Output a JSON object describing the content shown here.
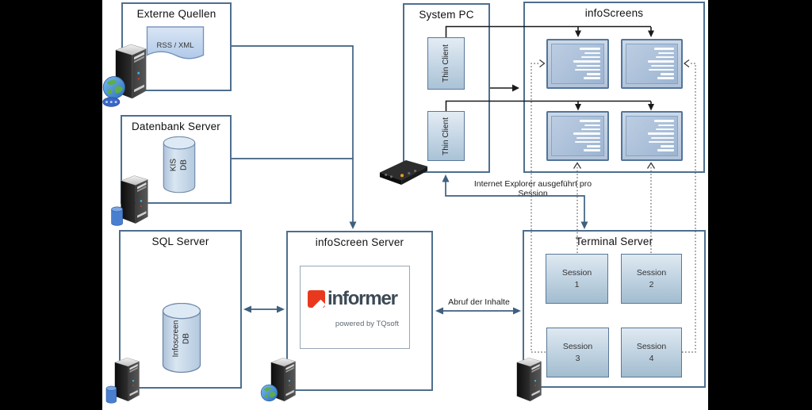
{
  "boxes": {
    "externe_quellen": {
      "title": "Externe Quellen",
      "document_label": "RSS / XML"
    },
    "datenbank_server": {
      "title": "Datenbank Server",
      "database": {
        "line1": "KIS",
        "line2": "DB"
      }
    },
    "sql_server": {
      "title": "SQL Server",
      "database": {
        "line1": "Infoscreen",
        "line2": "DB"
      }
    },
    "infoscreen_server": {
      "title": "infoScreen Server",
      "logo": {
        "brand": "informer",
        "tagline": "powered by TQsoft"
      }
    },
    "system_pc": {
      "title": "System PC",
      "thin_clients": [
        {
          "label": "Thin Client"
        },
        {
          "label": "Thin Client"
        }
      ]
    },
    "infoscreens": {
      "title": "infoScreens",
      "monitor_count": 4
    },
    "terminal_server": {
      "title": "Terminal Server",
      "sessions": [
        {
          "line1": "Session",
          "line2": "1"
        },
        {
          "line1": "Session",
          "line2": "2"
        },
        {
          "line1": "Session",
          "line2": "3"
        },
        {
          "line1": "Session",
          "line2": "4"
        }
      ]
    }
  },
  "connector_labels": {
    "ie_per_session": "Internet Explorer ausgeführt pro Session",
    "abruf_der_inhalte": "Abruf der Inhalte"
  },
  "icons": {
    "server": "server-tower-icon",
    "globe": "globe-icon",
    "database": "database-cylinder-icon",
    "switch": "network-switch-icon",
    "monitor": "monitor-icon",
    "document": "document-icon"
  },
  "colors": {
    "box_border": "#4e6f8e",
    "connector_blue": "#3f607f",
    "connector_black": "#1a1a1a",
    "dashed_line": "#555555",
    "logo_red": "#e8391f",
    "logo_text": "#3d4a55",
    "shape_fill_top": "#e3ecf4",
    "shape_fill_bottom": "#a9c2d6"
  }
}
